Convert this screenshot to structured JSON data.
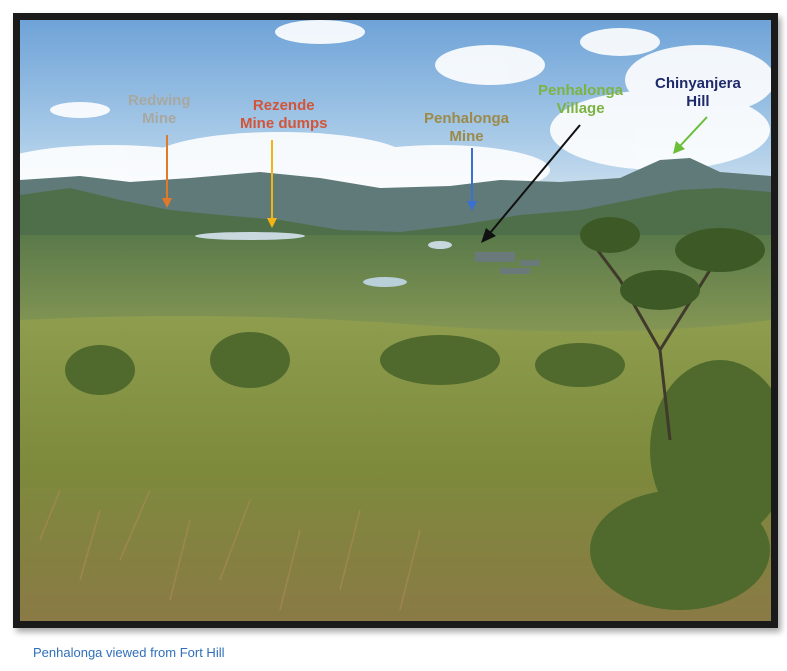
{
  "labels": {
    "redwing": {
      "line1": "Redwing",
      "line2": "Mine",
      "color": "#a8a8a0"
    },
    "rezende": {
      "line1": "Rezende",
      "line2": "Mine dumps",
      "color": "#d2553a"
    },
    "penhalonga_mine": {
      "line1": "Penhalonga",
      "line2": "Mine",
      "color": "#9c8a4a"
    },
    "penhalonga_village": {
      "line1": "Penhalonga",
      "line2": "Village",
      "color": "#7cb342"
    },
    "chinyanjera": {
      "line1": "Chinyanjera",
      "line2": "Hill",
      "color": "#1f2a6b"
    }
  },
  "arrows": {
    "redwing": "#e07a2a",
    "rezende": "#f2b515",
    "penhalonga_mine": "#3b6fd0",
    "penhalonga_village": "#111111",
    "chinyanjera": "#6abf3a"
  },
  "caption": "Penhalonga viewed from Fort Hill"
}
